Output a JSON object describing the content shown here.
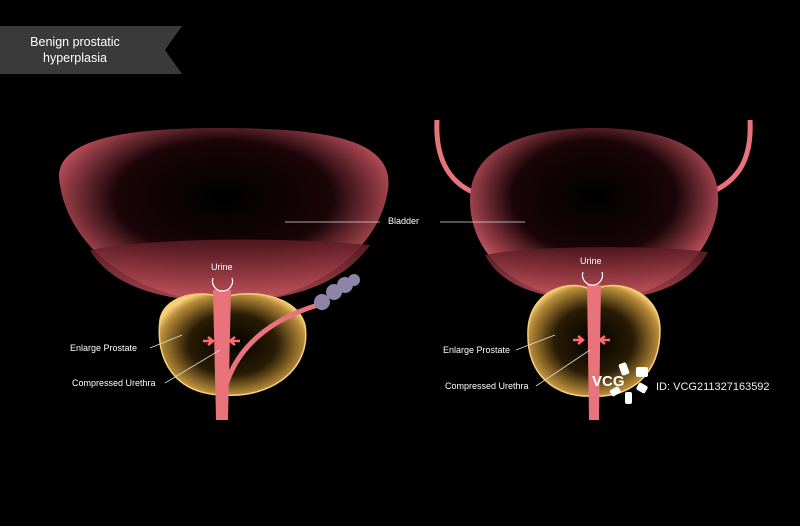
{
  "title": "Benign prostatic hyperplasia",
  "title_lines": [
    "Benign prostatic",
    "hyperplasia"
  ],
  "labels": {
    "bladder": "Bladder",
    "urine_left": "Urine",
    "urine_right": "Urine",
    "enlarge_prostate_left": "Enlarge Prostate",
    "compressed_urethra_left": "Compressed Urethra",
    "enlarge_prostate_right": "Enlarge Prostate",
    "compressed_urethra_right": "Compressed Urethra"
  },
  "watermark": {
    "logo": "VCG",
    "id": "ID: VCG211327163592"
  },
  "colors": {
    "bladder": "#e8737a",
    "prostate": "#f2c465",
    "urethra": "#e8737a",
    "banner": "#3a3a3a",
    "vesicle": "#8e84a8"
  }
}
